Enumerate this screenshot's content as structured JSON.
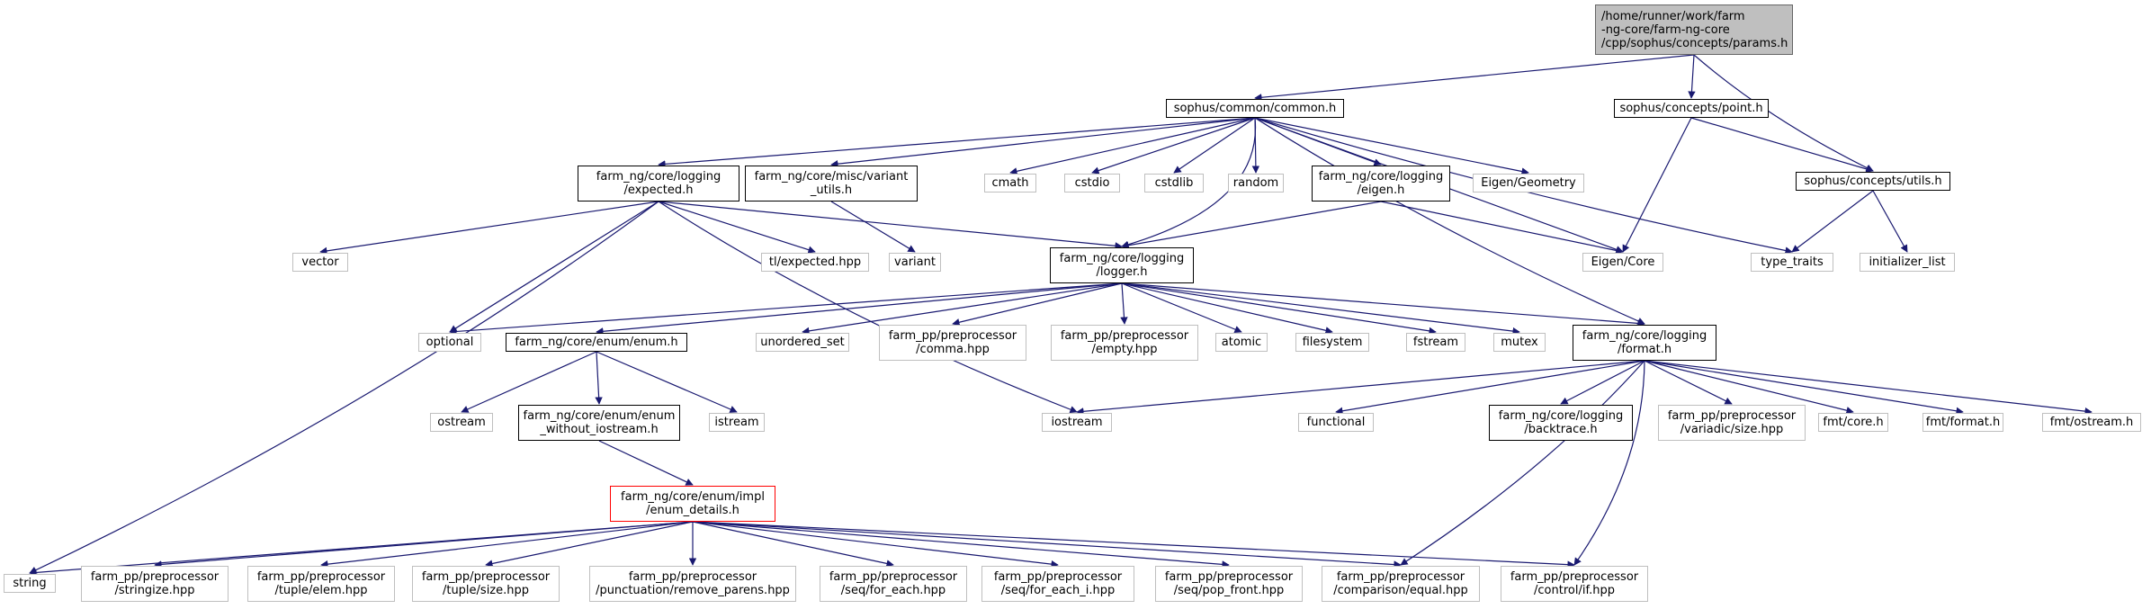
{
  "edge_color": "#191970",
  "nodes": {
    "root": [
      "/home/runner/work/farm",
      "-ng-core/farm-ng-core",
      "/cpp/sophus/concepts/params.h"
    ],
    "common": [
      "sophus/common/common.h"
    ],
    "point": [
      "sophus/concepts/point.h"
    ],
    "utils": [
      "sophus/concepts/utils.h"
    ],
    "expected": [
      "farm_ng/core/logging",
      "/expected.h"
    ],
    "variant_utils": [
      "farm_ng/core/misc/variant",
      "_utils.h"
    ],
    "cmath": [
      "cmath"
    ],
    "cstdio": [
      "cstdio"
    ],
    "cstdlib": [
      "cstdlib"
    ],
    "random": [
      "random"
    ],
    "eigen_h": [
      "farm_ng/core/logging",
      "/eigen.h"
    ],
    "eigen_geometry": [
      "Eigen/Geometry"
    ],
    "type_traits": [
      "type_traits"
    ],
    "initializer_list": [
      "initializer_list"
    ],
    "vector": [
      "vector"
    ],
    "tl_expected": [
      "tl/expected.hpp"
    ],
    "variant": [
      "variant"
    ],
    "logger": [
      "farm_ng/core/logging",
      "/logger.h"
    ],
    "eigen_core": [
      "Eigen/Core"
    ],
    "optional": [
      "optional"
    ],
    "enum_h": [
      "farm_ng/core/enum/enum.h"
    ],
    "unordered_set": [
      "unordered_set"
    ],
    "comma": [
      "farm_pp/preprocessor",
      "/comma.hpp"
    ],
    "empty": [
      "farm_pp/preprocessor",
      "/empty.hpp"
    ],
    "atomic": [
      "atomic"
    ],
    "filesystem": [
      "filesystem"
    ],
    "fstream": [
      "fstream"
    ],
    "mutex": [
      "mutex"
    ],
    "format_h": [
      "farm_ng/core/logging",
      "/format.h"
    ],
    "ostream": [
      "ostream"
    ],
    "enum_without": [
      "farm_ng/core/enum/enum",
      "_without_iostream.h"
    ],
    "istream": [
      "istream"
    ],
    "iostream": [
      "iostream"
    ],
    "functional": [
      "functional"
    ],
    "backtrace": [
      "farm_ng/core/logging",
      "/backtrace.h"
    ],
    "variadic_size": [
      "farm_pp/preprocessor",
      "/variadic/size.hpp"
    ],
    "fmt_core": [
      "fmt/core.h"
    ],
    "fmt_format": [
      "fmt/format.h"
    ],
    "fmt_ostream": [
      "fmt/ostream.h"
    ],
    "enum_details": [
      "farm_ng/core/enum/impl",
      "/enum_details.h"
    ],
    "string": [
      "string"
    ],
    "stringize": [
      "farm_pp/preprocessor",
      "/stringize.hpp"
    ],
    "tuple_elem": [
      "farm_pp/preprocessor",
      "/tuple/elem.hpp"
    ],
    "tuple_size": [
      "farm_pp/preprocessor",
      "/tuple/size.hpp"
    ],
    "remove_parens": [
      "farm_pp/preprocessor",
      "/punctuation/remove_parens.hpp"
    ],
    "for_each": [
      "farm_pp/preprocessor",
      "/seq/for_each.hpp"
    ],
    "for_each_i": [
      "farm_pp/preprocessor",
      "/seq/for_each_i.hpp"
    ],
    "pop_front": [
      "farm_pp/preprocessor",
      "/seq/pop_front.hpp"
    ],
    "equal": [
      "farm_pp/preprocessor",
      "/comparison/equal.hpp"
    ],
    "control_if": [
      "farm_pp/preprocessor",
      "/control/if.hpp"
    ]
  }
}
